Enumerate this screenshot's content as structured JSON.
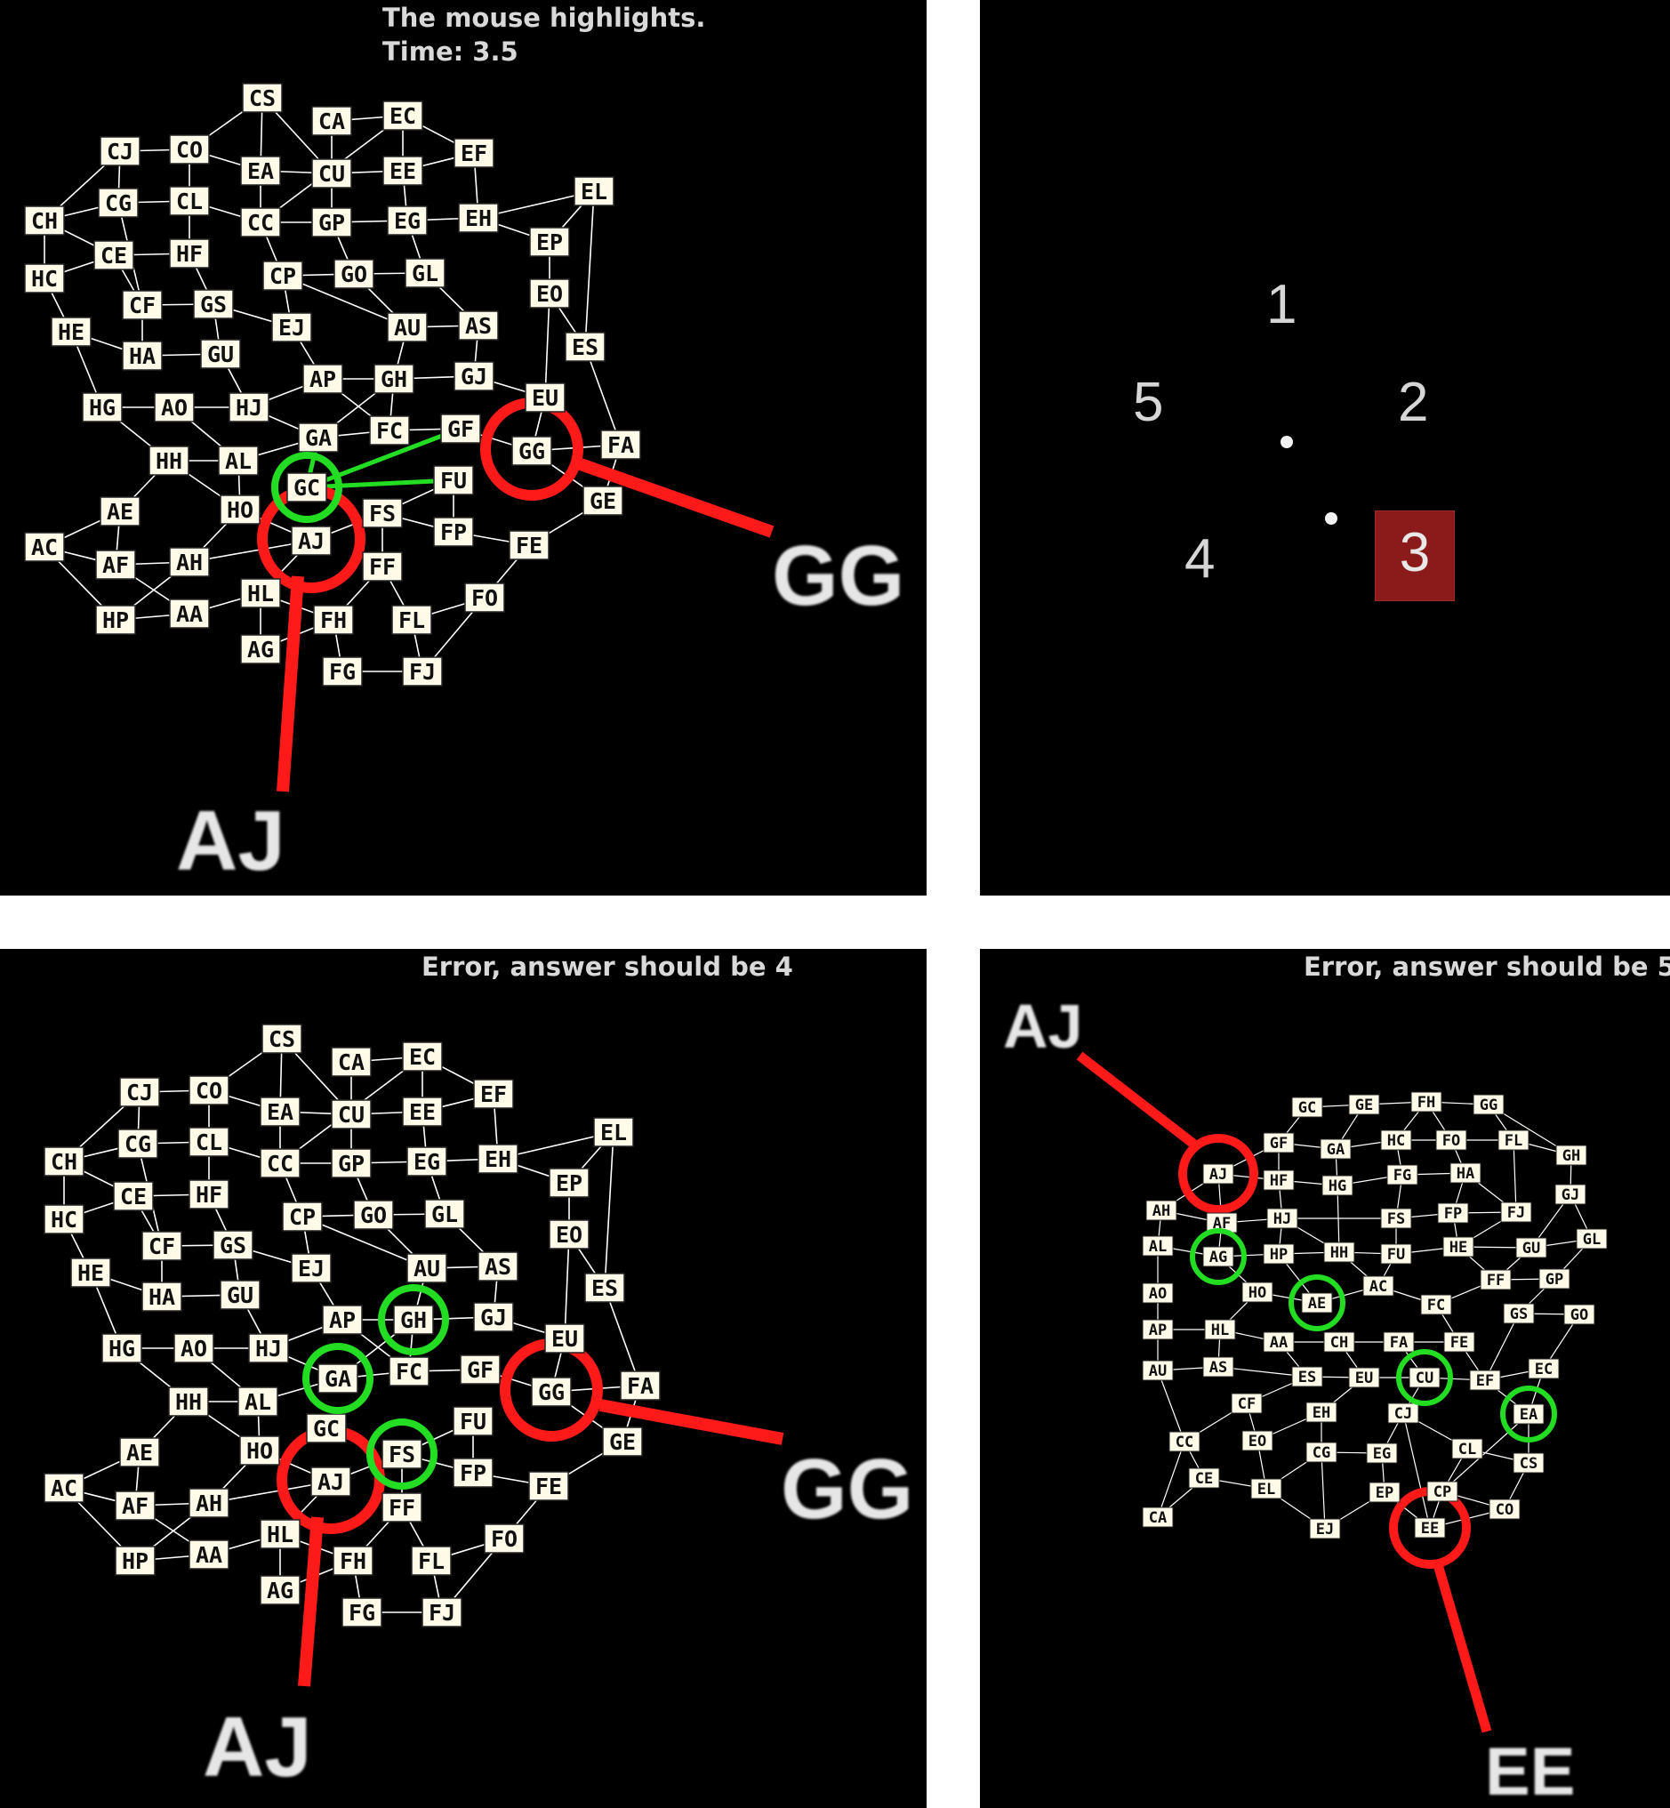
{
  "colors": {
    "background": "#000000",
    "edge": "#ffffff",
    "label_bg": "#fffbe8",
    "target_ring": "#ff1a1a",
    "highlight_ring": "#22dd22",
    "selection": "#8b1a1a"
  },
  "panels": {
    "top_left": {
      "header_line1": "The mouse highlights.",
      "header_line2": "Time: 3.5",
      "marker_a": "AJ",
      "marker_b": "GG"
    },
    "top_right": {
      "options": [
        "1",
        "2",
        "3",
        "4",
        "5"
      ],
      "selected": "3"
    },
    "bottom_left": {
      "header": "Error, answer should be 4",
      "marker_a": "AJ",
      "marker_b": "GG"
    },
    "bottom_right": {
      "header": "Error, answer should be 5",
      "marker_a": "AJ",
      "marker_b": "EE"
    }
  },
  "graphs": {
    "left_nodes": [
      "CS",
      "CA",
      "EC",
      "CJ",
      "CO",
      "EA",
      "CU",
      "EE",
      "EF",
      "CH",
      "CG",
      "CL",
      "CC",
      "GP",
      "EG",
      "EH",
      "EL",
      "HC",
      "CE",
      "HF",
      "CP",
      "GO",
      "GL",
      "EP",
      "HE",
      "CF",
      "GS",
      "EJ",
      "AU",
      "AS",
      "EO",
      "HA",
      "GU",
      "ES",
      "HG",
      "AO",
      "HJ",
      "AP",
      "GH",
      "GJ",
      "EU",
      "HH",
      "AL",
      "GA",
      "FC",
      "GF",
      "GG",
      "FA",
      "AE",
      "HO",
      "GC",
      "FU",
      "GE",
      "AC",
      "AF",
      "AH",
      "AJ",
      "FS",
      "FP",
      "FE",
      "HP",
      "AA",
      "HL",
      "FF",
      "FO",
      "AG",
      "FH",
      "FL",
      "FG",
      "FJ"
    ],
    "left_a_highlighted": [
      "GC"
    ],
    "left_b_highlighted": [
      "GA",
      "GH",
      "FS"
    ],
    "right_nodes": [
      "GC",
      "GE",
      "FH",
      "GG",
      "GF",
      "GA",
      "HC",
      "FO",
      "FL",
      "GH",
      "AJ",
      "HF",
      "HG",
      "FG",
      "HA",
      "GJ",
      "AH",
      "AF",
      "HJ",
      "FS",
      "FP",
      "FJ",
      "AL",
      "AG",
      "HP",
      "HH",
      "FU",
      "HE",
      "GU",
      "GL",
      "AO",
      "HO",
      "AE",
      "AC",
      "FF",
      "GP",
      "FC",
      "GS",
      "GO",
      "AP",
      "HL",
      "AA",
      "CH",
      "FA",
      "FE",
      "AU",
      "AS",
      "ES",
      "EU",
      "CU",
      "EF",
      "EC",
      "CF",
      "EH",
      "CJ",
      "EA",
      "CC",
      "EO",
      "CG",
      "EG",
      "CL",
      "CS",
      "CE",
      "EL",
      "EP",
      "CP",
      "CO",
      "CA",
      "EJ",
      "EE"
    ],
    "right_highlighted": [
      "AG",
      "AE",
      "CU",
      "EA"
    ]
  }
}
